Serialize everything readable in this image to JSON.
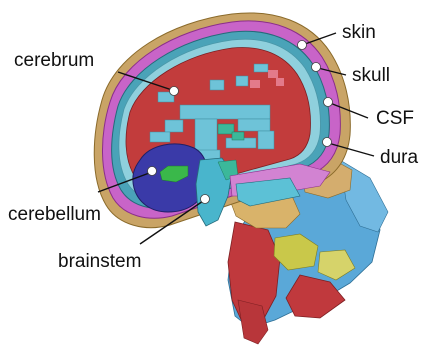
{
  "labels": {
    "skin": "skin",
    "skull": "skull",
    "csf": "CSF",
    "dura": "dura",
    "cerebrum": "cerebrum",
    "cerebellum": "cerebellum",
    "brainstem": "brainstem"
  },
  "colors": {
    "skin": "#c9a466",
    "skull": "#c864c8",
    "csf": "#4aa3b8",
    "dura": "#8fd0dd",
    "cerebrum": "#c23c3c",
    "white_matter": "#6ec3d8",
    "cerebellum": "#3a3aa8",
    "brainstem": "#49b5cc",
    "face_blue": "#5aa8d8",
    "face_red": "#c0393d",
    "face_yellow": "#c9c84a",
    "face_tan": "#d9b36a",
    "leader": "#111111"
  }
}
